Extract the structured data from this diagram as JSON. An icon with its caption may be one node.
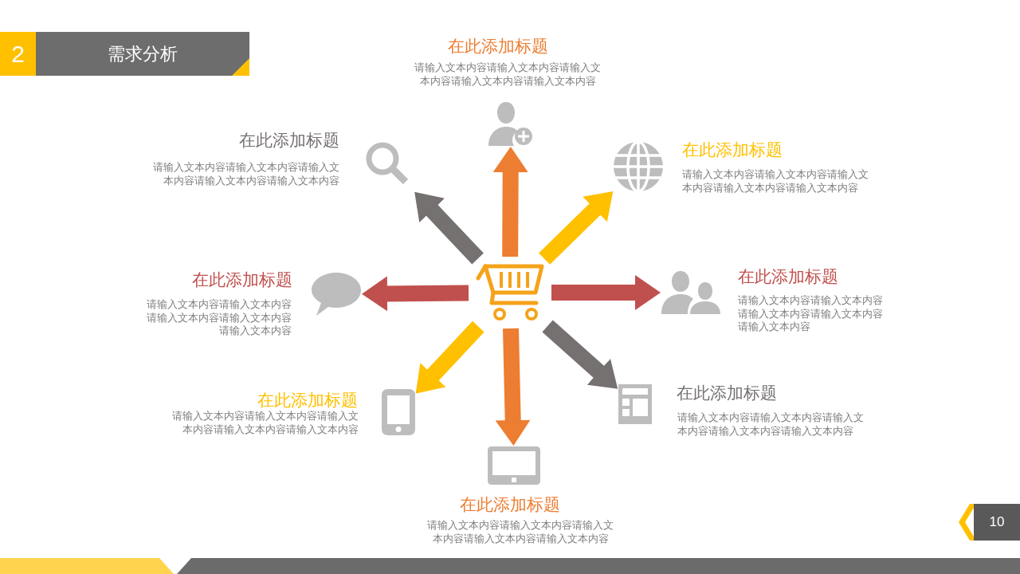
{
  "diagram": {
    "title": "需求分析",
    "nodes": [
      {
        "text": [],
        "shape": "cart"
      },
      {
        "text": [],
        "shape": "person",
        "beside": [
          "在此添加标题",
          "请输入文本内容请输入文本内容请输入文本内容请输入文本内容请输入文本内容"
        ]
      },
      {
        "text": [],
        "shape": "globe",
        "beside": [
          "在此添加标题",
          "请输入文本内容请输入文本内容请输入文本内容请输入文本内容请输入文本内容"
        ]
      },
      {
        "text": [],
        "shape": "people",
        "beside": [
          "在此添加标题",
          "请输入文本内容请输入文本内容请输入文本内容请输入文本内容请输入文本内容"
        ]
      },
      {
        "text": [],
        "shape": "form",
        "beside": [
          "在此添加标题",
          "请输入文本内容请输入文本内容请输入文本内容请输入文本内容请输入文本内容"
        ]
      },
      {
        "text": [],
        "shape": "tablet",
        "beside": [
          "在此添加标题",
          "请输入文本内容请输入文本内容请输入文本内容请输入文本内容请输入文本内容"
        ]
      },
      {
        "text": [],
        "shape": "phone",
        "beside": [
          "在此添加标题",
          "请输入文本内容请输入文本内容请输入文本内容请输入文本内容请输入文本内容"
        ]
      },
      {
        "text": [],
        "shape": "bubble",
        "beside": [
          "在此添加标题",
          "请输入文本内容请输入文本内容请输入文本内容请输入文本内容请输入文本内容"
        ]
      },
      {
        "text": [],
        "shape": "magnifier",
        "beside": [
          "在此添加标题",
          "请输入文本内容请输入文本内容请输入文本内容请输入文本内容请输入文本内容"
        ]
      }
    ],
    "edges": [
      {
        "from": 0,
        "to": 1,
        "arrow": "to",
        "color": "#ed7d31"
      },
      {
        "from": 0,
        "to": 2,
        "arrow": "to",
        "color": "#ffc000"
      },
      {
        "from": 0,
        "to": 3,
        "arrow": "to",
        "color": "#c0504d"
      },
      {
        "from": 0,
        "to": 4,
        "arrow": "to",
        "color": "#767171"
      },
      {
        "from": 0,
        "to": 5,
        "arrow": "to",
        "color": "#ed7d31"
      },
      {
        "from": 0,
        "to": 6,
        "arrow": "to",
        "color": "#ffc000"
      },
      {
        "from": 0,
        "to": 7,
        "arrow": "to",
        "color": "#c0504d"
      },
      {
        "from": 0,
        "to": 8,
        "arrow": "to",
        "color": "#767171"
      }
    ],
    "labels": [
      "2",
      "10"
    ]
  }
}
